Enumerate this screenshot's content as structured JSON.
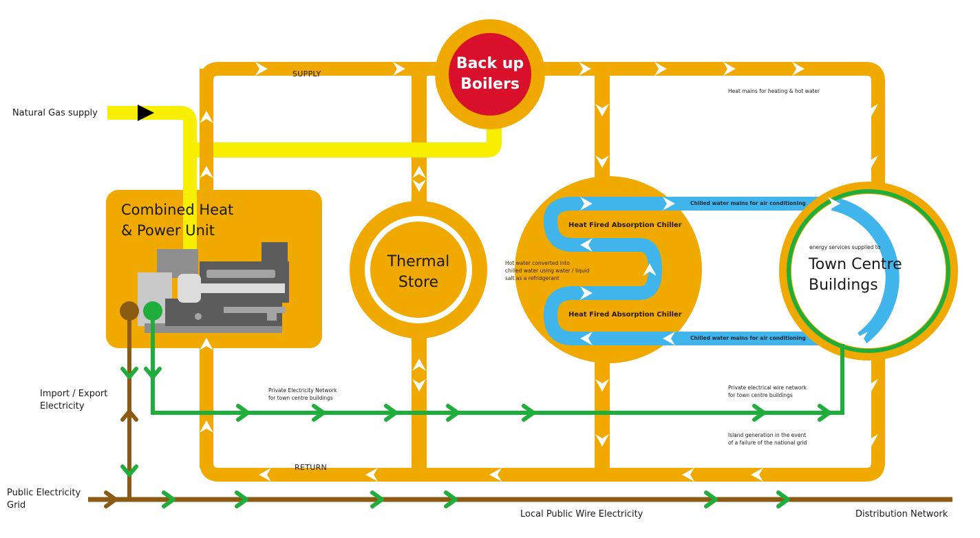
{
  "colors": {
    "heat": "#f0a900",
    "gas": "#f7ee00",
    "boiler": "#d8102c",
    "chilled": "#3fb5ec",
    "private_elec": "#1fae3c",
    "public_elec": "#8b5a13",
    "engine_dark": "#5c5c5c",
    "engine_mid": "#8e8e8e",
    "engine_light": "#c9c9c9",
    "arrow": "#ffffff",
    "text": "#1a1a1a"
  },
  "labels": {
    "natural_gas": "Natural Gas supply",
    "supply": "SUPPLY",
    "return": "RETURN",
    "heat_mains": "Heat mains for heating & hot water",
    "boiler_line1": "Back up",
    "boiler_line2": "Boilers",
    "chp_line1": "Combined Heat",
    "chp_line2": "& Power Unit",
    "store_line1": "Thermal",
    "store_line2": "Store",
    "chiller_top": "Heat Fired Absorption Chiller",
    "chiller_bottom": "Heat Fired Absorption Chiller",
    "chiller_note_1": "Hot water converted into",
    "chiller_note_2": "chilled water using water / liquid",
    "chiller_note_3": "salt as a refridgerant",
    "chilled_top": "Chilled water mains for air conditioning",
    "chilled_bottom": "Chilled water mains for air conditioning",
    "town_small": "energy services supplied to",
    "town_line1": "Town Centre",
    "town_line2": "Buildings",
    "import_export_1": "Import / Export",
    "import_export_2": "Electricity",
    "private_net_1": "Private Electricity Network",
    "private_net_2": "for town centre buildings",
    "private_wire_1": "Private electrical wire network",
    "private_wire_2": "for town centre buildings",
    "island_1": "Island generation in the event",
    "island_2": "of a failure of the national grid",
    "public_grid_1": "Public Electricity",
    "public_grid_2": "Grid",
    "local_public": "Local Public Wire Electricity",
    "distribution": "Distribution Network"
  }
}
